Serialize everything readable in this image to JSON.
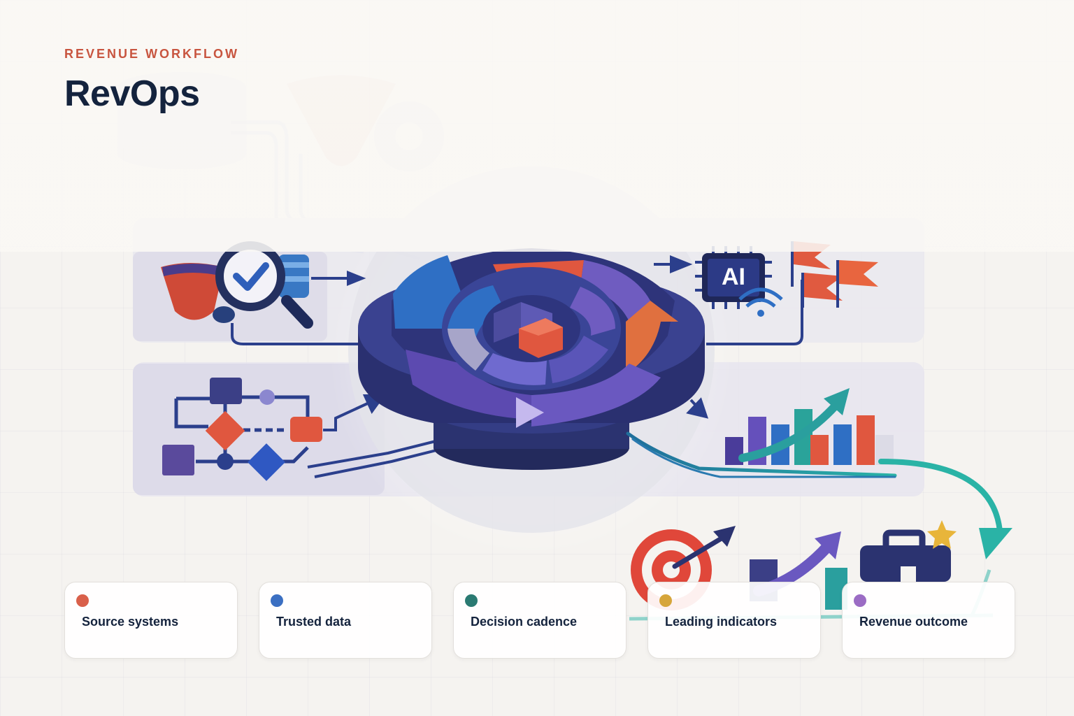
{
  "header": {
    "eyebrow": "REVENUE WORKFLOW",
    "title": "RevOps"
  },
  "illustration": {
    "chip_label": "AI"
  },
  "stages": [
    {
      "label": "Source systems",
      "color": "#d9604a"
    },
    {
      "label": "Trusted data",
      "color": "#3b6fc2"
    },
    {
      "label": "Decision cadence",
      "color": "#2a7a72"
    },
    {
      "label": "Leading indicators",
      "color": "#d6a53a"
    },
    {
      "label": "Revenue outcome",
      "color": "#9b6cc4"
    }
  ],
  "colors": {
    "navy": "#2b2f6e",
    "indigo": "#3a3f8f",
    "purple": "#6f5cc0",
    "blue": "#2f6fc4",
    "coral": "#e0573f",
    "teal": "#1f9aa0",
    "gold": "#e8b53a"
  }
}
